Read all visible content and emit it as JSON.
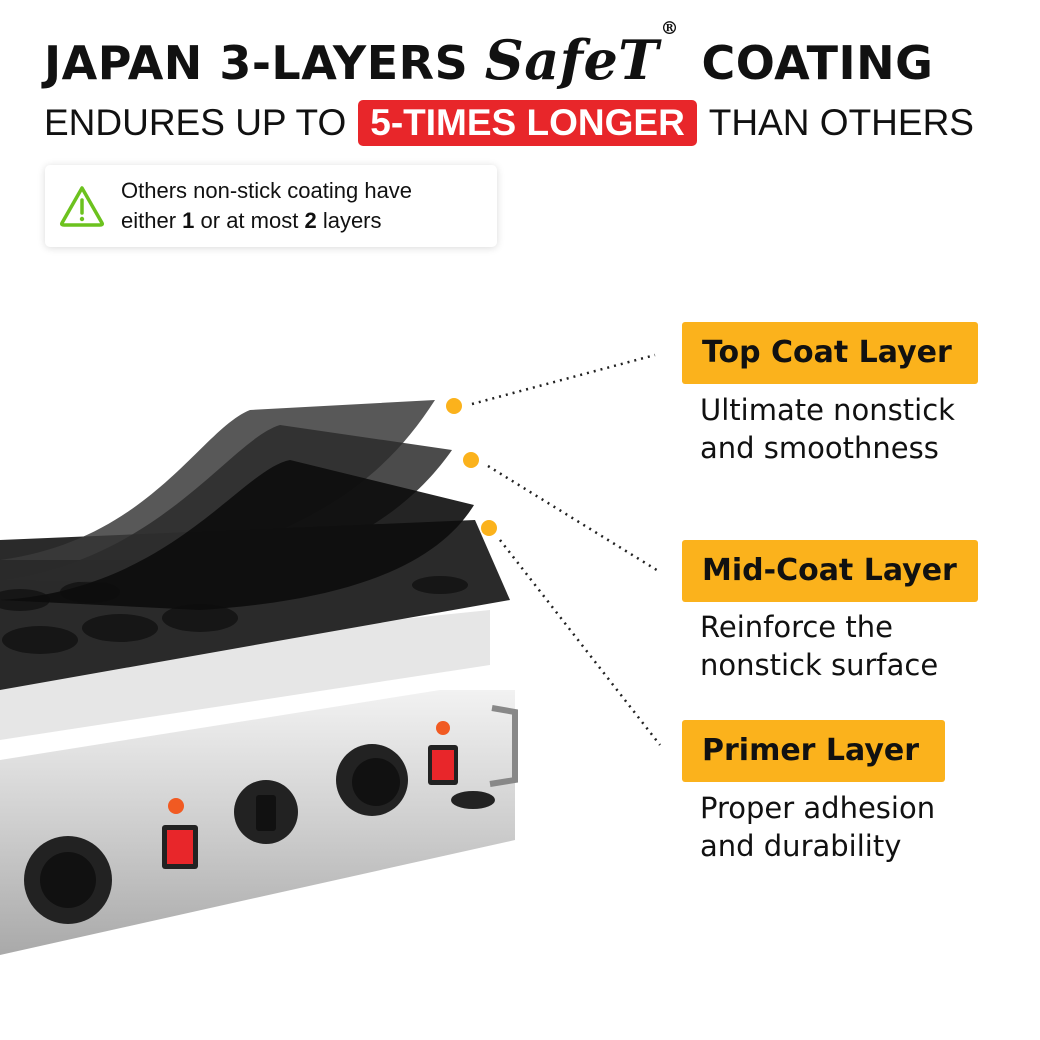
{
  "header": {
    "title_prefix": "JAPAN 3-LAYERS",
    "brand": "SafeT",
    "registered": "®",
    "title_suffix": "COATING",
    "sub_prefix": "ENDURES UP TO",
    "sub_highlight": "5-TIMES LONGER",
    "sub_suffix": "THAN OTHERS"
  },
  "note": {
    "icon": "warning-triangle-icon",
    "line1": "Others non-stick coating have",
    "l2a": "either ",
    "l2b": "1",
    "l2c": " or at most ",
    "l2d": "2",
    "l2e": " layers"
  },
  "layers": [
    {
      "title": "Top Coat Layer",
      "desc1": "Ultimate nonstick",
      "desc2": "and smoothness"
    },
    {
      "title": "Mid-Coat Layer",
      "desc1": "Reinforce the",
      "desc2": "nonstick surface"
    },
    {
      "title": "Primer Layer",
      "desc1": "Proper adhesion",
      "desc2": "and durability"
    }
  ],
  "colors": {
    "accent": "#fbb21c",
    "highlight": "#e8262a",
    "warning": "#6cc21e"
  }
}
